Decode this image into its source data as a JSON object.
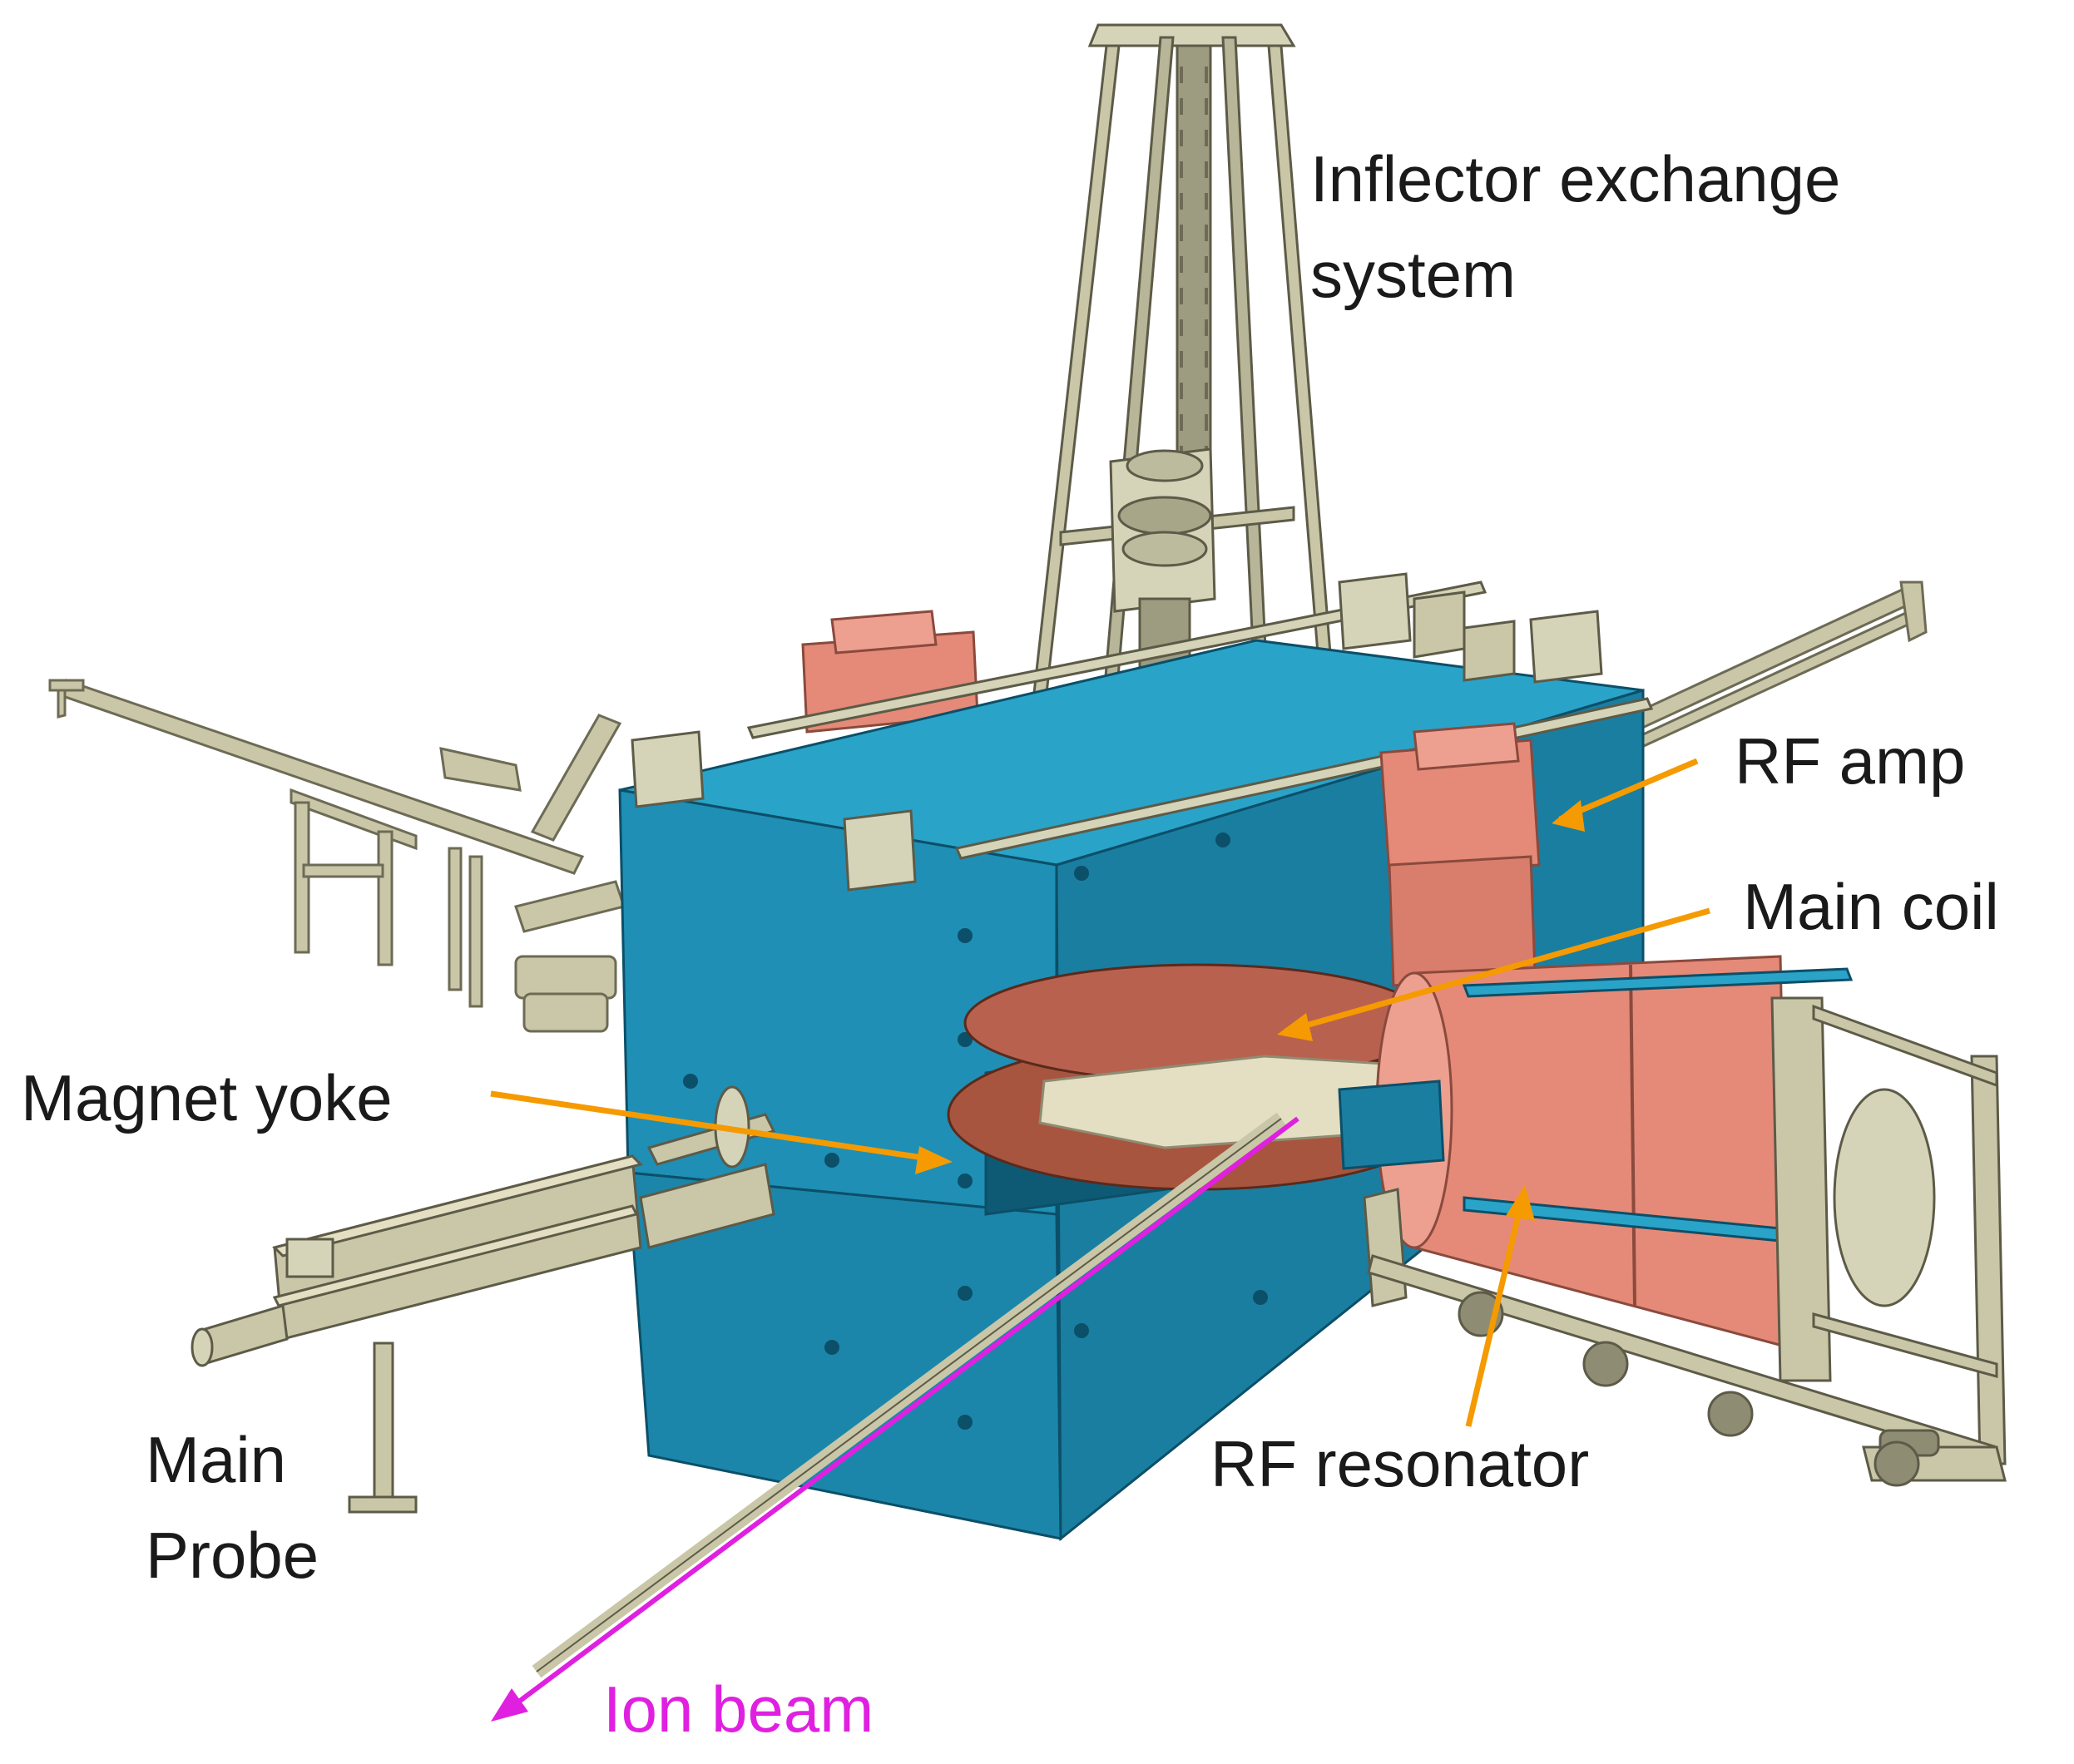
{
  "labels": {
    "inflector_line1": "Inflector exchange",
    "inflector_line2": "system",
    "rf_amp": "RF amp",
    "main_coil": "Main coil",
    "magnet_yoke": "Magnet yoke",
    "main_probe_line1": "Main",
    "main_probe_line2": "Probe",
    "rf_resonator": "RF resonator",
    "ion_beam": "Ion beam"
  },
  "colors": {
    "yoke": "#1f8fb5",
    "yoke_dark": "#146f8f",
    "yoke_light": "#2aa3c8",
    "copper": "#e58a78",
    "copper_dark": "#b9614f",
    "coil": "#a8553f",
    "frame": "#c9c7a8",
    "frame_dark": "#8e8c72",
    "pole": "#e4dfc2",
    "arrow_orange": "#f59a00",
    "beam_magenta": "#e020e0",
    "text": "#1a1a1a"
  }
}
